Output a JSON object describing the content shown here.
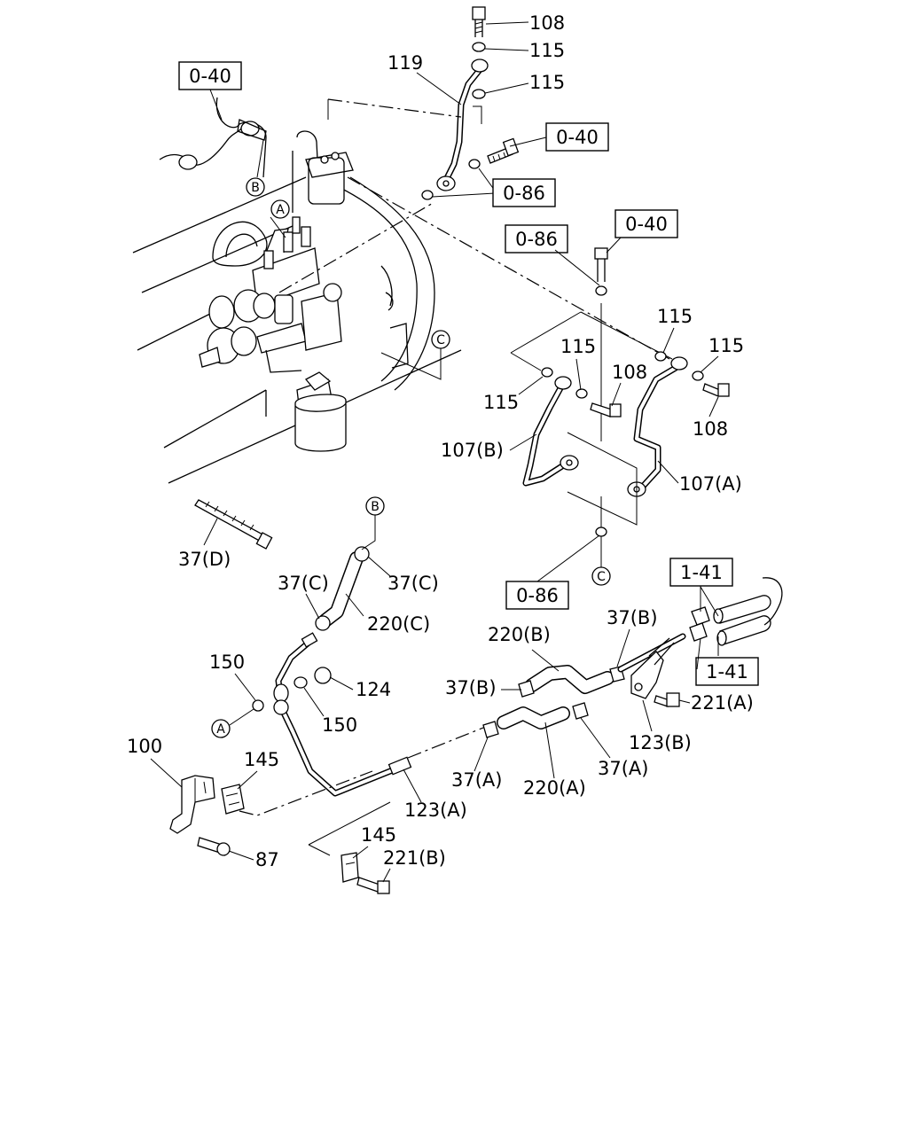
{
  "refs": {
    "r1": "0-40",
    "r2": "0-40",
    "r3": "0-86",
    "r4": "0-86",
    "r5": "0-40",
    "r6": "0-86",
    "r7": "1-41",
    "r8": "1-41"
  },
  "markers": {
    "a": "A",
    "b": "B",
    "c": "C"
  },
  "labels": {
    "p108_top": "108",
    "p115_top": "115",
    "p115_mid": "115",
    "p119": "119",
    "p115_r1": "115",
    "p115_r2": "115",
    "p115_r3": "115",
    "p115_r4": "115",
    "p108_mid": "108",
    "p108_right": "108",
    "p107b": "107(B)",
    "p107a": "107(A)",
    "p37d": "37(D)",
    "p37c_l": "37(C)",
    "p37c_r": "37(C)",
    "p220c": "220(C)",
    "p150_top": "150",
    "p124": "124",
    "p150_bot": "150",
    "p220b": "220(B)",
    "p37b_top": "37(B)",
    "p37b_left": "37(B)",
    "p221a": "221(A)",
    "p123b": "123(B)",
    "p37a_r": "37(A)",
    "p37a_l": "37(A)",
    "p220a": "220(A)",
    "p100": "100",
    "p145_top": "145",
    "p123a": "123(A)",
    "p145_bot": "145",
    "p221b": "221(B)",
    "p87": "87"
  }
}
